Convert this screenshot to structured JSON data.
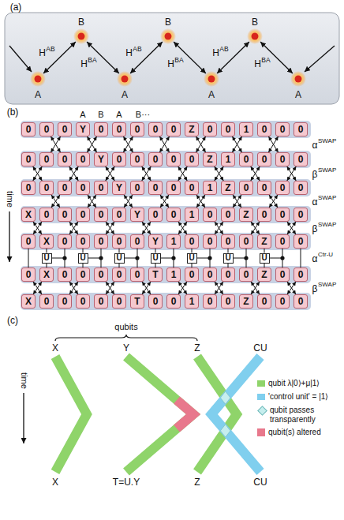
{
  "diagram": {
    "nodes": [
      {
        "text": [
          "0"
        ]
      },
      {
        "text": [
          "0"
        ]
      },
      {
        "text": [
          "0"
        ]
      },
      {
        "text": [
          "Y"
        ]
      },
      {
        "text": [
          "0"
        ]
      },
      {
        "text": [
          "0"
        ]
      },
      {
        "text": [
          "0"
        ]
      },
      {
        "text": [
          "0"
        ]
      },
      {
        "text": [
          "0"
        ]
      },
      {
        "text": [
          "Z"
        ]
      },
      {
        "text": [
          "0"
        ]
      },
      {
        "text": [
          "0"
        ]
      },
      {
        "text": [
          "1"
        ]
      },
      {
        "text": [
          "0"
        ]
      },
      {
        "text": [
          "0"
        ]
      },
      {
        "text": [
          "0"
        ]
      },
      {
        "text": [
          "0"
        ]
      },
      {
        "text": [
          "0"
        ]
      },
      {
        "text": [
          "0"
        ]
      },
      {
        "text": [
          "0"
        ]
      },
      {
        "text": [
          "Y"
        ]
      },
      {
        "text": [
          "0"
        ]
      },
      {
        "text": [
          "0"
        ]
      },
      {
        "text": [
          "0"
        ]
      },
      {
        "text": [
          "0"
        ]
      },
      {
        "text": [
          "0"
        ]
      },
      {
        "text": [
          "Z"
        ]
      },
      {
        "text": [
          "1"
        ]
      },
      {
        "text": [
          "0"
        ]
      },
      {
        "text": [
          "0"
        ]
      },
      {
        "text": [
          "0"
        ]
      },
      {
        "text": [
          "0"
        ]
      },
      {
        "text": [
          "0"
        ]
      },
      {
        "text": [
          "0"
        ]
      },
      {
        "text": [
          "0"
        ]
      },
      {
        "text": [
          "0"
        ]
      },
      {
        "text": [
          "0"
        ]
      },
      {
        "text": [
          "Y"
        ]
      },
      {
        "text": [
          "0"
        ]
      },
      {
        "text": [
          "0"
        ]
      },
      {
        "text": [
          "0"
        ]
      },
      {
        "text": [
          "0"
        ]
      },
      {
        "text": [
          "1"
        ]
      },
      {
        "text": [
          "Z"
        ]
      },
      {
        "text": [
          "0"
        ]
      },
      {
        "text": [
          "0"
        ]
      },
      {
        "text": [
          "0"
        ]
      },
      {
        "text": [
          "0"
        ]
      },
      {
        "text": [
          "X"
        ]
      },
      {
        "text": [
          "0"
        ]
      },
      {
        "text": [
          "0"
        ]
      },
      {
        "text": [
          "0"
        ]
      },
      {
        "text": [
          "0"
        ]
      },
      {
        "text": [
          "0"
        ]
      },
      {
        "text": [
          "Y"
        ]
      },
      {
        "text": [
          "0"
        ]
      },
      {
        "text": [
          "0"
        ]
      },
      {
        "text": [
          "1"
        ]
      },
      {
        "text": [
          "0"
        ]
      },
      {
        "text": [
          "0"
        ]
      },
      {
        "text": [
          "Z"
        ]
      },
      {
        "text": [
          "0"
        ]
      },
      {
        "text": [
          "0"
        ]
      },
      {
        "text": [
          "0"
        ]
      },
      {
        "text": [
          "0"
        ]
      },
      {
        "text": [
          "X"
        ]
      },
      {
        "text": [
          "0"
        ]
      },
      {
        "text": [
          "0"
        ]
      },
      {
        "text": [
          "0"
        ]
      },
      {
        "text": [
          "0"
        ]
      },
      {
        "text": [
          "0"
        ]
      },
      {
        "text": [
          "Y"
        ]
      },
      {
        "text": [
          "1"
        ]
      },
      {
        "text": [
          "0"
        ]
      },
      {
        "text": [
          "0"
        ]
      },
      {
        "text": [
          "0"
        ]
      },
      {
        "text": [
          "0"
        ]
      },
      {
        "text": [
          "Z"
        ]
      },
      {
        "text": [
          "0"
        ]
      },
      {
        "text": [
          "0"
        ]
      },
      {
        "text": [
          "U"
        ]
      },
      {
        "text": [
          "U"
        ]
      },
      {
        "text": [
          "U"
        ]
      },
      {
        "text": [
          "U"
        ]
      },
      {
        "text": [
          "U"
        ]
      },
      {
        "text": [
          "U"
        ]
      },
      {
        "text": [
          "U"
        ]
      },
      {
        "text": [
          "0"
        ]
      },
      {
        "text": [
          "X"
        ]
      },
      {
        "text": [
          "0"
        ]
      },
      {
        "text": [
          "0"
        ]
      },
      {
        "text": [
          "0"
        ]
      },
      {
        "text": [
          "0"
        ]
      },
      {
        "text": [
          "0"
        ]
      },
      {
        "text": [
          "T"
        ]
      },
      {
        "text": [
          "1"
        ]
      },
      {
        "text": [
          "0"
        ]
      },
      {
        "text": [
          "0"
        ]
      },
      {
        "text": [
          "0"
        ]
      },
      {
        "text": [
          "0"
        ]
      },
      {
        "text": [
          "Z"
        ]
      },
      {
        "text": [
          "0"
        ]
      },
      {
        "text": [
          "0"
        ]
      },
      {
        "text": [
          "X"
        ]
      },
      {
        "text": [
          "0"
        ]
      },
      {
        "text": [
          "0"
        ]
      },
      {
        "text": [
          "0"
        ]
      },
      {
        "text": [
          "0"
        ]
      },
      {
        "text": [
          "0"
        ]
      },
      {
        "text": [
          "T"
        ]
      },
      {
        "text": [
          "0"
        ]
      },
      {
        "text": [
          "0"
        ]
      },
      {
        "text": [
          "1"
        ]
      },
      {
        "text": [
          "0"
        ]
      },
      {
        "text": [
          "0"
        ]
      },
      {
        "text": [
          "Z"
        ]
      },
      {
        "text": [
          "0"
        ]
      },
      {
        "text": [
          "0"
        ]
      },
      {
        "text": [
          "0"
        ]
      }
    ],
    "edges": [
      {
        "from": 1,
        "to": 18,
        "arrow": "both"
      },
      {
        "from": 2,
        "to": 17,
        "arrow": "both"
      },
      {
        "from": 3,
        "to": 20,
        "arrow": "both"
      },
      {
        "from": 4,
        "to": 19,
        "arrow": "both"
      },
      {
        "from": 5,
        "to": 22,
        "arrow": "both"
      },
      {
        "from": 6,
        "to": 21,
        "arrow": "both"
      },
      {
        "from": 7,
        "to": 24,
        "arrow": "both"
      },
      {
        "from": 8,
        "to": 23,
        "arrow": "both"
      },
      {
        "from": 9,
        "to": 26,
        "arrow": "both"
      },
      {
        "from": 10,
        "to": 25,
        "arrow": "both"
      },
      {
        "from": 11,
        "to": 28,
        "arrow": "both"
      },
      {
        "from": 12,
        "to": 27,
        "arrow": "both"
      },
      {
        "from": 13,
        "to": 30,
        "arrow": "both"
      },
      {
        "from": 14,
        "to": 29,
        "arrow": "both"
      },
      {
        "from": 16,
        "to": 33,
        "arrow": "both"
      },
      {
        "from": 17,
        "to": 32,
        "arrow": "both"
      },
      {
        "from": 18,
        "to": 35,
        "arrow": "both"
      },
      {
        "from": 19,
        "to": 34,
        "arrow": "both"
      },
      {
        "from": 20,
        "to": 37,
        "arrow": "both"
      },
      {
        "from": 21,
        "to": 36,
        "arrow": "both"
      },
      {
        "from": 22,
        "to": 39,
        "arrow": "both"
      },
      {
        "from": 23,
        "to": 38,
        "arrow": "both"
      },
      {
        "from": 24,
        "to": 41,
        "arrow": "both"
      },
      {
        "from": 25,
        "to": 40,
        "arrow": "both"
      },
      {
        "from": 26,
        "to": 43,
        "arrow": "both"
      },
      {
        "from": 27,
        "to": 42,
        "arrow": "both"
      },
      {
        "from": 28,
        "to": 45,
        "arrow": "both"
      },
      {
        "from": 29,
        "to": 44,
        "arrow": "both"
      },
      {
        "from": 30,
        "to": 47,
        "arrow": "both"
      },
      {
        "from": 31,
        "to": 46,
        "arrow": "both"
      },
      {
        "from": 33,
        "to": 50,
        "arrow": "both"
      },
      {
        "from": 34,
        "to": 49,
        "arrow": "both"
      },
      {
        "from": 35,
        "to": 52,
        "arrow": "both"
      },
      {
        "from": 36,
        "to": 51,
        "arrow": "both"
      },
      {
        "from": 37,
        "to": 54,
        "arrow": "both"
      },
      {
        "from": 38,
        "to": 53,
        "arrow": "both"
      },
      {
        "from": 39,
        "to": 56,
        "arrow": "both"
      },
      {
        "from": 40,
        "to": 55,
        "arrow": "both"
      },
      {
        "from": 41,
        "to": 58,
        "arrow": "both"
      },
      {
        "from": 42,
        "to": 57,
        "arrow": "both"
      },
      {
        "from": 43,
        "to": 60,
        "arrow": "both"
      },
      {
        "from": 44,
        "to": 59,
        "arrow": "both"
      },
      {
        "from": 45,
        "to": 62,
        "arrow": "both"
      },
      {
        "from": 46,
        "to": 61,
        "arrow": "both"
      },
      {
        "from": 48,
        "to": 65,
        "arrow": "both"
      },
      {
        "from": 49,
        "to": 64,
        "arrow": "both"
      },
      {
        "from": 50,
        "to": 67,
        "arrow": "both"
      },
      {
        "from": 51,
        "to": 66,
        "arrow": "both"
      },
      {
        "from": 52,
        "to": 69,
        "arrow": "both"
      },
      {
        "from": 53,
        "to": 68,
        "arrow": "both"
      },
      {
        "from": 54,
        "to": 71,
        "arrow": "both"
      },
      {
        "from": 55,
        "to": 70,
        "arrow": "both"
      },
      {
        "from": 56,
        "to": 73,
        "arrow": "both"
      },
      {
        "from": 57,
        "to": 72,
        "arrow": "both"
      },
      {
        "from": 58,
        "to": 75,
        "arrow": "both"
      },
      {
        "from": 59,
        "to": 74,
        "arrow": "both"
      },
      {
        "from": 60,
        "to": 77,
        "arrow": "both"
      },
      {
        "from": 61,
        "to": 76,
        "arrow": "both"
      },
      {
        "from": 62,
        "to": 79,
        "arrow": "both"
      },
      {
        "from": 63,
        "to": 78,
        "arrow": "both"
      },
      {
        "from": 64,
        "to": 87,
        "arrow": "none"
      },
      {
        "from": 79,
        "to": 102,
        "arrow": "none"
      },
      {
        "from": 65,
        "to": 80,
        "arrow": "none"
      },
      {
        "from": 80,
        "to": 88,
        "arrow": "none"
      },
      {
        "from": 66,
        "to": 89,
        "arrow": "none"
      },
      {
        "from": 67,
        "to": 81,
        "arrow": "none"
      },
      {
        "from": 81,
        "to": 90,
        "arrow": "none"
      },
      {
        "from": 68,
        "to": 91,
        "arrow": "none"
      },
      {
        "from": 69,
        "to": 82,
        "arrow": "none"
      },
      {
        "from": 82,
        "to": 92,
        "arrow": "none"
      },
      {
        "from": 70,
        "to": 93,
        "arrow": "none"
      },
      {
        "from": 71,
        "to": 83,
        "arrow": "none"
      },
      {
        "from": 83,
        "to": 94,
        "arrow": "none"
      },
      {
        "from": 72,
        "to": 95,
        "arrow": "none"
      },
      {
        "from": 73,
        "to": 84,
        "arrow": "none"
      },
      {
        "from": 84,
        "to": 96,
        "arrow": "none"
      },
      {
        "from": 74,
        "to": 97,
        "arrow": "none"
      },
      {
        "from": 75,
        "to": 85,
        "arrow": "none"
      },
      {
        "from": 85,
        "to": 98,
        "arrow": "none"
      },
      {
        "from": 76,
        "to": 99,
        "arrow": "none"
      },
      {
        "from": 77,
        "to": 86,
        "arrow": "none"
      },
      {
        "from": 86,
        "to": 100,
        "arrow": "none"
      },
      {
        "from": 78,
        "to": 101,
        "arrow": "none"
      },
      {
        "from": 87,
        "to": 104,
        "arrow": "both"
      },
      {
        "from": 88,
        "to": 103,
        "arrow": "both"
      },
      {
        "from": 89,
        "to": 106,
        "arrow": "both"
      },
      {
        "from": 90,
        "to": 105,
        "arrow": "both"
      },
      {
        "from": 91,
        "to": 108,
        "arrow": "both"
      },
      {
        "from": 92,
        "to": 107,
        "arrow": "both"
      },
      {
        "from": 93,
        "to": 110,
        "arrow": "both"
      },
      {
        "from": 94,
        "to": 109,
        "arrow": "both"
      },
      {
        "from": 95,
        "to": 112,
        "arrow": "both"
      },
      {
        "from": 96,
        "to": 111,
        "arrow": "both"
      },
      {
        "from": 97,
        "to": 114,
        "arrow": "both"
      },
      {
        "from": 98,
        "to": 113,
        "arrow": "both"
      },
      {
        "from": 99,
        "to": 116,
        "arrow": "both"
      },
      {
        "from": 100,
        "to": 115,
        "arrow": "both"
      },
      {
        "from": 101,
        "to": 118,
        "arrow": "both"
      },
      {
        "from": 102,
        "to": 117,
        "arrow": "both"
      }
    ],
    "labels": [
      "(a)",
      "B",
      "B",
      "B",
      "H",
      "AB",
      "H",
      "BA",
      "H",
      "AB",
      "H",
      "BA",
      "H",
      "AB",
      "H",
      "BA",
      "A",
      "A",
      "A",
      "A",
      "(b)",
      "A",
      "B",
      "A",
      "B···",
      "α",
      "SWAP",
      "β",
      "SWAP",
      "α",
      "SWAP",
      "β",
      "SWAP",
      "α",
      "Ctr-U",
      "β",
      "SWAP",
      "time",
      "(c)",
      "qubits",
      "X",
      "Y",
      "Z",
      "CU",
      "time",
      "X",
      "T=U.Y",
      "Z",
      "CU"
    ],
    "legend": [
      {
        "text": "qubit λ|0⟩+μ|1⟩",
        "color": "#8fd46a"
      },
      {
        "text": "'control unit' = |1⟩",
        "color": "#80cfee"
      },
      {
        "text": "qubit passes transparently",
        "color": "#c6eeee"
      },
      {
        "text": "qubit(s) altered",
        "color": "#e8788c"
      }
    ]
  }
}
